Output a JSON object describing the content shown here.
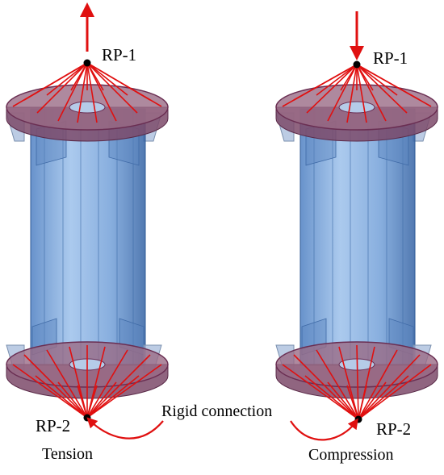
{
  "colors": {
    "cylinder_fill": "#6f9fd8",
    "cylinder_dark": "#3f6fae",
    "flange_fill": "#9a6b86",
    "flange_rim": "#7a3a5e",
    "tie_line": "#e01010",
    "gusset": "#5e88c0",
    "label_text": "#000000"
  },
  "figure": {
    "left_model": {
      "top_point_label": "RP-1",
      "bottom_point_label": "RP-2",
      "load_direction": "upward",
      "caption": "Tension"
    },
    "right_model": {
      "top_point_label": "RP-1",
      "bottom_point_label": "RP-2",
      "load_direction": "downward",
      "caption": "Compression"
    },
    "connector_label": "Rigid connection"
  }
}
